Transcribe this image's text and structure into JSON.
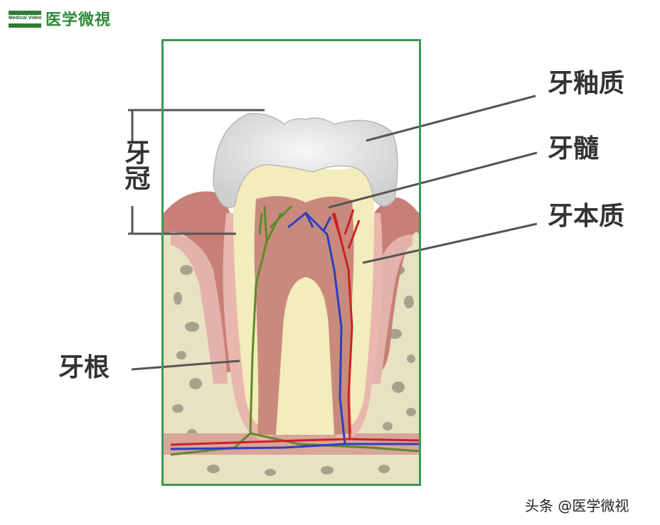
{
  "logo": {
    "small_text": "Medical Video",
    "text": "医学微視"
  },
  "labels": {
    "enamel": "牙釉质",
    "pulp": "牙髓",
    "dentin": "牙本质",
    "crown": "牙冠",
    "root": "牙根"
  },
  "credit": "头条 @医学微视",
  "colors": {
    "frame": "#3a9a52",
    "enamel": "#e6e6e6",
    "dentin": "#f3ecbc",
    "pulp": "#c98a7d",
    "gum": "#c77f78",
    "bone": "#e8e2c2",
    "artery": "#cc2222",
    "vein": "#2a3fbf",
    "nerve": "#5c8a2a"
  }
}
